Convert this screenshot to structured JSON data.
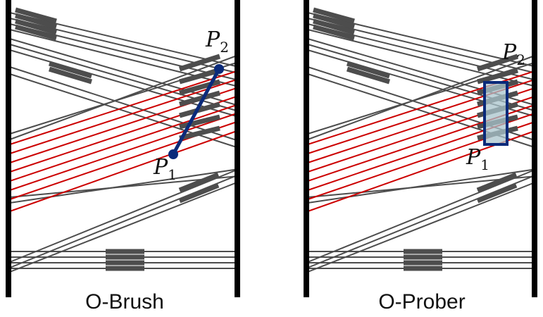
{
  "colors": {
    "axis": "#000000",
    "line_gray": "#4d4d4d",
    "line_red": "#cc0000",
    "marker_blue": "#0a2a7a",
    "box_fill": "#a9c4cc"
  },
  "panels": [
    {
      "caption": "O-Brush",
      "tool": "brush",
      "point1": {
        "letter": "P",
        "sub": "1"
      },
      "point2": {
        "letter": "P",
        "sub": "2"
      }
    },
    {
      "caption": "O-Prober",
      "tool": "prober",
      "point1": {
        "letter": "P",
        "sub": "1"
      },
      "point2": {
        "letter": "P",
        "sub": "2"
      }
    }
  ]
}
